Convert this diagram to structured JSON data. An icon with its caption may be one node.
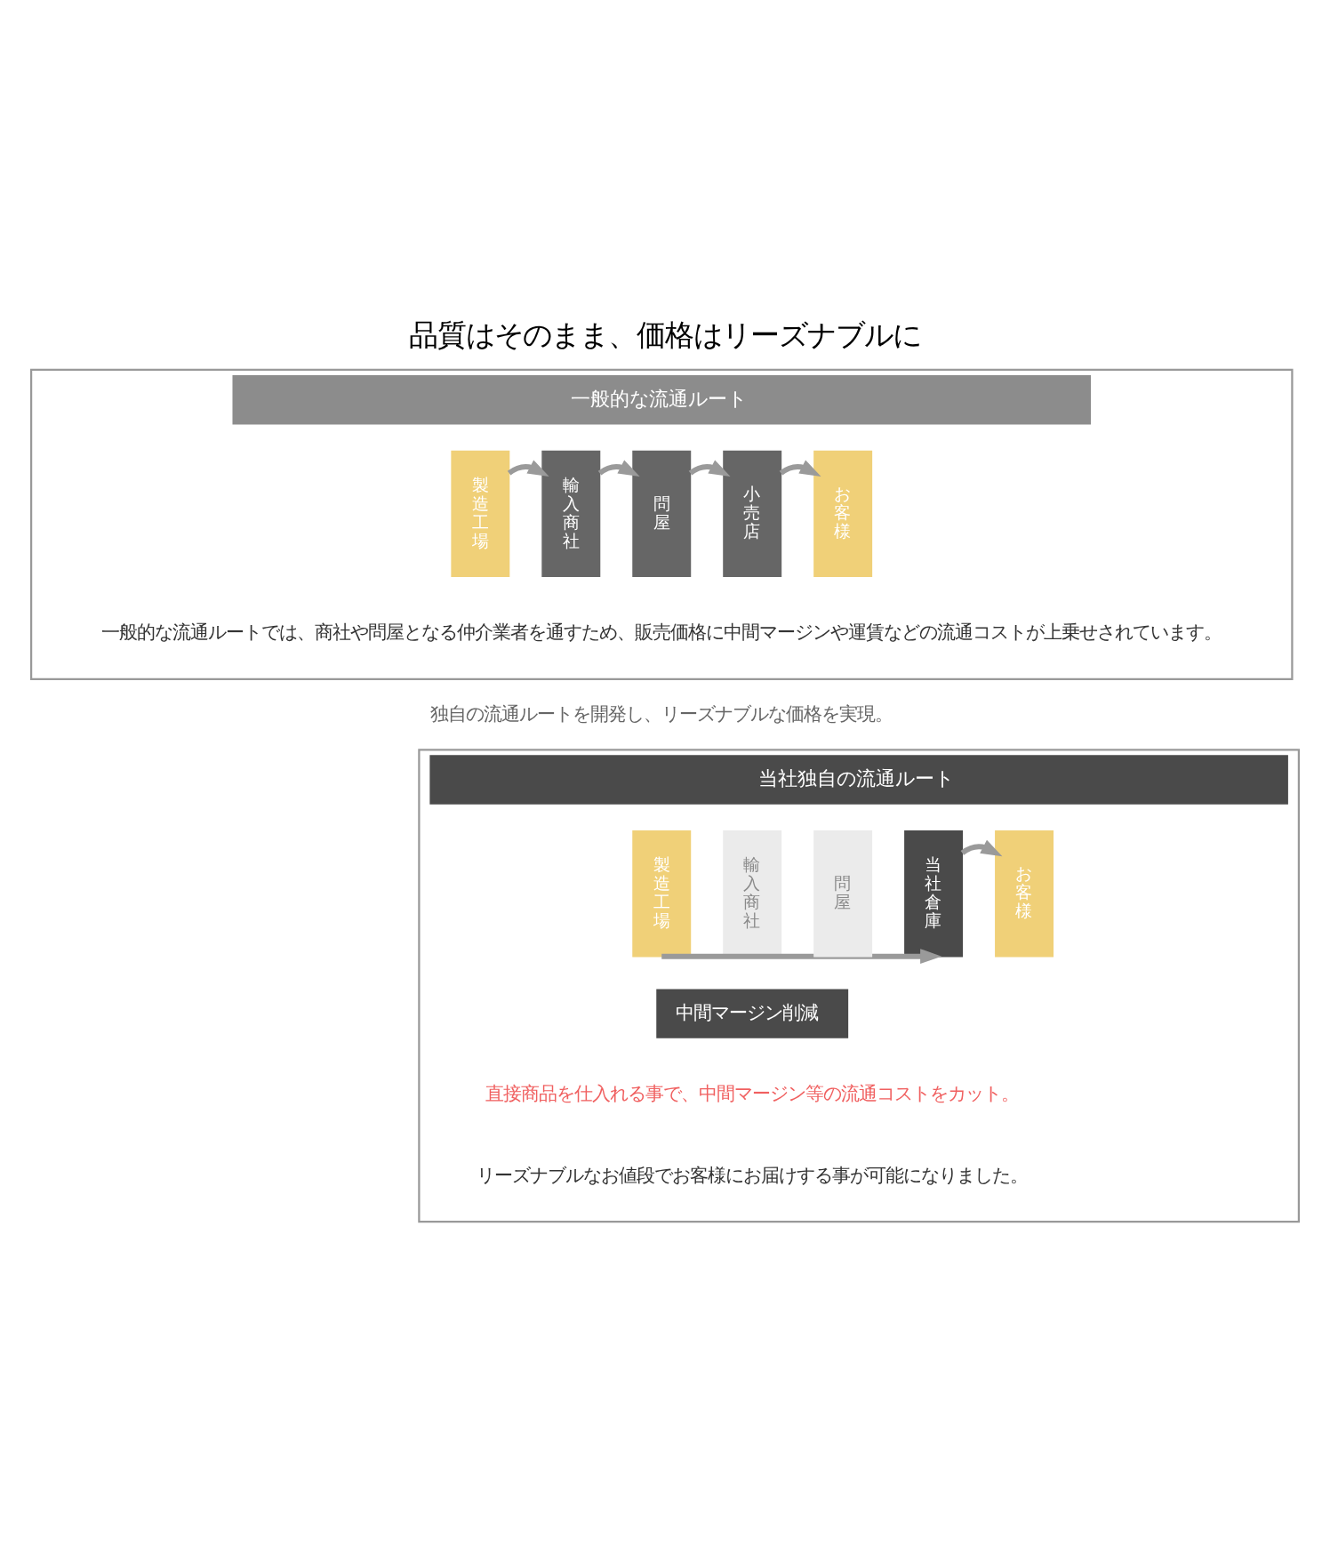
{
  "diagram": {
    "title": "品質はそのまま、価格はリーズナブルに",
    "nodes": [
      {
        "text": [
          "一般的な流通ルート",
          "一般的な流通ルートでは、商社や問屋となる仲介業者を通すため、販売価格に中間マージンや運賃などの流通コストが上乗せされています。"
        ]
      },
      {
        "text": [
          "製造工場"
        ],
        "in": 0
      },
      {
        "text": [
          "輸入商社"
        ],
        "in": 0
      },
      {
        "text": [
          "問屋"
        ],
        "in": 0
      },
      {
        "text": [
          "小売店"
        ],
        "in": 0
      },
      {
        "text": [
          "お客様"
        ],
        "in": 0
      },
      {
        "text": [
          "当社独自の流通ルート",
          "直接商品を仕入れる事で、中間マージン等の流通コストをカット。",
          "リーズナブルなお値段でお客様にお届けする事が可能になりました。"
        ]
      },
      {
        "text": [
          "製造工場"
        ],
        "in": 6
      },
      {
        "text": [
          "輸入商社"
        ],
        "in": 6
      },
      {
        "text": [
          "問屋"
        ],
        "in": 6
      },
      {
        "text": [
          "当社倉庫"
        ],
        "in": 6
      },
      {
        "text": [
          "お客様"
        ],
        "in": 6
      },
      {
        "text": [
          "中間マージン削減"
        ],
        "in": 6
      }
    ],
    "edges": [
      {
        "from": 1,
        "to": 2,
        "arrow": "to"
      },
      {
        "from": 2,
        "to": 3,
        "arrow": "to"
      },
      {
        "from": 3,
        "to": 4,
        "arrow": "to"
      },
      {
        "from": 4,
        "to": 5,
        "arrow": "to"
      },
      {
        "from": 7,
        "to": 10,
        "arrow": "to"
      },
      {
        "from": 10,
        "to": 11,
        "arrow": "to"
      }
    ],
    "labels": [
      "独自の流通ルートを開発し、リーズナブルな価格を実現。"
    ]
  }
}
